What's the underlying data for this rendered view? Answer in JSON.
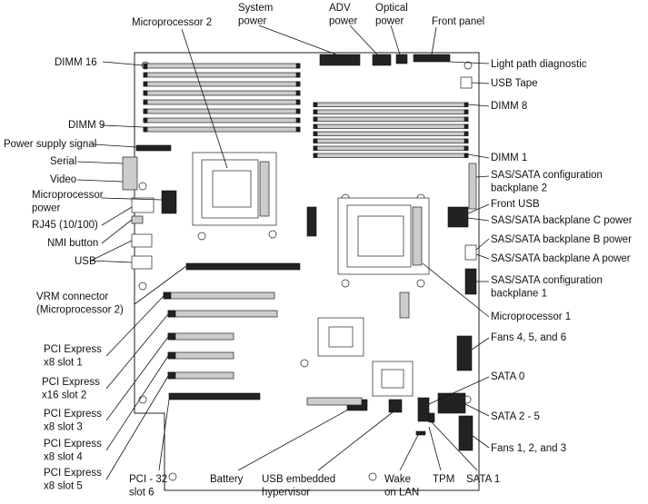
{
  "labels": {
    "microprocessor_2": [
      "Microprocessor 2"
    ],
    "system_power": [
      "System",
      "power"
    ],
    "adv_power": [
      "ADV",
      "power"
    ],
    "optical_power": [
      "Optical",
      "power"
    ],
    "front_panel": [
      "Front panel"
    ],
    "dimm_16": [
      "DIMM 16"
    ],
    "light_path_diagnostic": [
      "Light path diagnostic"
    ],
    "usb_tape": [
      "USB Tape"
    ],
    "dimm_8": [
      "DIMM 8"
    ],
    "dimm_9": [
      "DIMM 9"
    ],
    "power_supply_signal": [
      "Power supply signal"
    ],
    "dimm_1": [
      "DIMM 1"
    ],
    "serial": [
      "Serial"
    ],
    "video": [
      "Video"
    ],
    "sas_sata_config_backplane_2": [
      "SAS/SATA configuration",
      "backplane 2"
    ],
    "microprocessor_power": [
      "Microprocessor",
      "power"
    ],
    "front_usb": [
      "Front USB"
    ],
    "rj45": [
      "RJ45 (10/100)"
    ],
    "backplane_c_power": [
      "SAS/SATA backplane C power"
    ],
    "nmi_button": [
      "NMI button"
    ],
    "backplane_b_power": [
      "SAS/SATA backplane B power"
    ],
    "usb": [
      "USB"
    ],
    "backplane_a_power": [
      "SAS/SATA backplane A power"
    ],
    "sas_sata_config_backplane_1": [
      "SAS/SATA configuration",
      "backplane 1"
    ],
    "vrm_connector": [
      "VRM connector",
      "(Microprocessor 2)"
    ],
    "microprocessor_1": [
      "Microprocessor 1"
    ],
    "pcie_slot_1": [
      "PCI Express",
      "x8 slot 1"
    ],
    "fans_4_5_6": [
      "Fans 4, 5, and 6"
    ],
    "pcie_slot_2": [
      "PCI Express",
      "x16 slot 2"
    ],
    "sata_0": [
      "SATA 0"
    ],
    "pcie_slot_3": [
      "PCI Express",
      "x8 slot 3"
    ],
    "sata_2_5": [
      "SATA 2 - 5"
    ],
    "pcie_slot_4": [
      "PCI Express",
      "x8 slot 4"
    ],
    "fans_1_2_3": [
      "Fans 1, 2, and 3"
    ],
    "pcie_slot_5": [
      "PCI Express",
      "x8 slot 5"
    ],
    "pci_slot_6": [
      "PCI - 32",
      "slot 6"
    ],
    "battery": [
      "Battery"
    ],
    "usb_embedded_hypervisor": [
      "USB embedded",
      "hypervisor"
    ],
    "wake_on_lan": [
      "Wake",
      "on LAN"
    ],
    "tpm": [
      "TPM"
    ],
    "sata_1": [
      "SATA 1"
    ]
  }
}
